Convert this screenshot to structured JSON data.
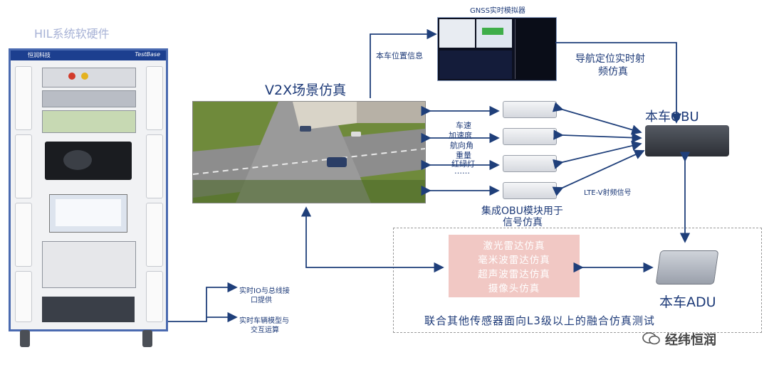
{
  "title_left": "HIL系统软硬件",
  "rack": {
    "brand": "恒润科技",
    "model": "TestBase"
  },
  "scene_title": "V2X场景仿真",
  "gnss_title": "GNSS实时模拟器",
  "labels": {
    "host_position": "本车位置信息",
    "nav_rf": [
      "导航定位实时射",
      "频仿真"
    ],
    "host_obu": "本车OBU",
    "vehicle_signals": [
      "车速",
      "加速度",
      "航向角",
      "重量",
      "红绿灯",
      "……"
    ],
    "lte_v": "LTE-V射频信号",
    "obu_module": [
      "集成OBU模块用于",
      "信号仿真"
    ],
    "io_bus": [
      "实时IO与总线接",
      "口提供"
    ],
    "vehicle_model": [
      "实时车辆模型与",
      "交互运算"
    ],
    "host_adu": "本车ADU",
    "fusion": "联合其他传感器面向L3级以上的融合仿真测试"
  },
  "sensors": [
    "激光雷达仿真",
    "毫米波雷达仿真",
    "超声波雷达仿真",
    "摄像头仿真"
  ],
  "watermark": "经纬恒润",
  "colors": {
    "arrow": "#1f3f7a",
    "pink": "#f1c8c4",
    "rack_border": "#4a6ab0"
  }
}
